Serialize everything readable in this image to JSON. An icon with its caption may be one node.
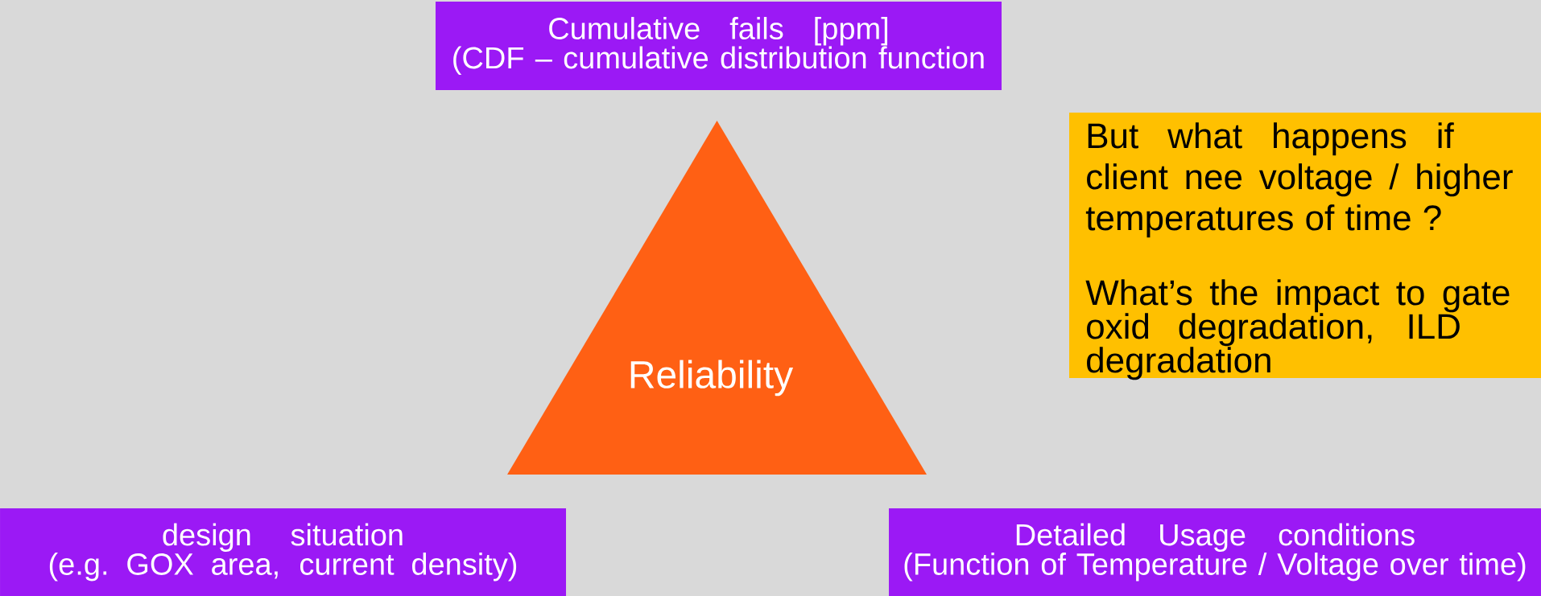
{
  "diagram": {
    "nodes": [
      {
        "text": [
          "Cumulative fails [ppm]",
          "(CDF – cumulative distribution function"
        ]
      },
      {
        "text": [
          "Reliability"
        ]
      },
      {
        "text": [
          "But what happens if client nee voltage / higher temperatures of time ?",
          "What’s the impact to gate oxid degradation, ILD degradation"
        ]
      },
      {
        "text": [
          "design situation",
          "(e.g. GOX area, current density)"
        ]
      },
      {
        "text": [
          "Detailed Usage conditions",
          "(Function of Temperature / Voltage over time)"
        ]
      }
    ]
  }
}
